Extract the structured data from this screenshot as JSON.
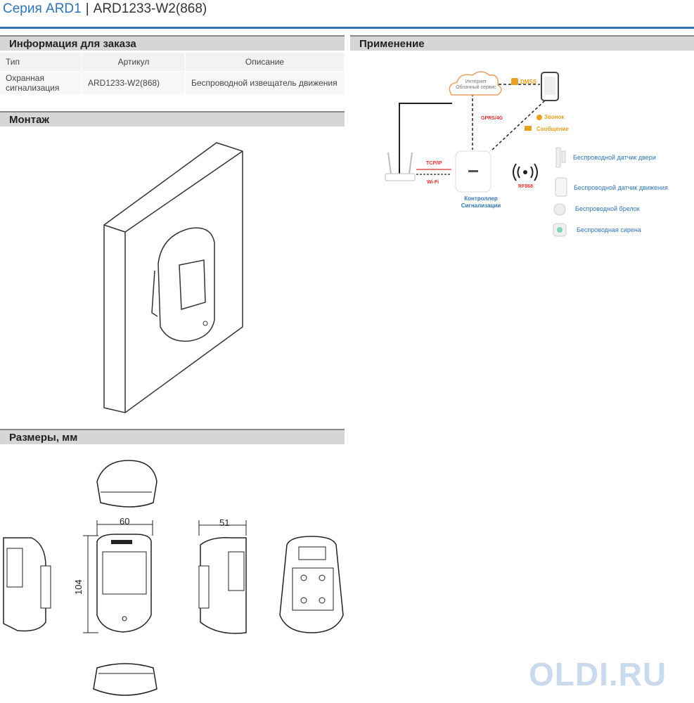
{
  "header": {
    "series": "Серия ARD1",
    "separator": "|",
    "model": "ARD1233-W2(868)"
  },
  "ordering": {
    "title": "Информация для заказа",
    "columns": [
      "Тип",
      "Артикул",
      "Описание"
    ],
    "row": {
      "type_line1": "Охранная",
      "type_line2": "сигнализация",
      "article": "ARD1233-W2(868)",
      "description": "Беспроводной извещатель движения"
    }
  },
  "application": {
    "title": "Применение",
    "cloud_line1": "Интернет",
    "cloud_line2": "Облачный сервис",
    "dmss": "DMSS",
    "gprs": "GPRS/4G",
    "call": "Звонок",
    "message": "Сообщение",
    "tcpip": "TCP/IP",
    "wifi": "Wi-Fi",
    "rf": "RF868",
    "controller_line1": "Контроллер",
    "controller_line2": "Сигнализации",
    "devices": [
      "Беспроводной датчик двери",
      "Беспроводной датчик движения",
      "Беспроводной брелок",
      "Беспроводная сирена"
    ]
  },
  "mounting": {
    "title": "Монтаж"
  },
  "dimensions": {
    "title": "Размеры, мм",
    "width": "60",
    "depth": "51",
    "height": "104"
  },
  "watermark": "OLDI.RU",
  "colors": {
    "accent": "#2e74b5",
    "section_bg": "#d6d6d6"
  }
}
